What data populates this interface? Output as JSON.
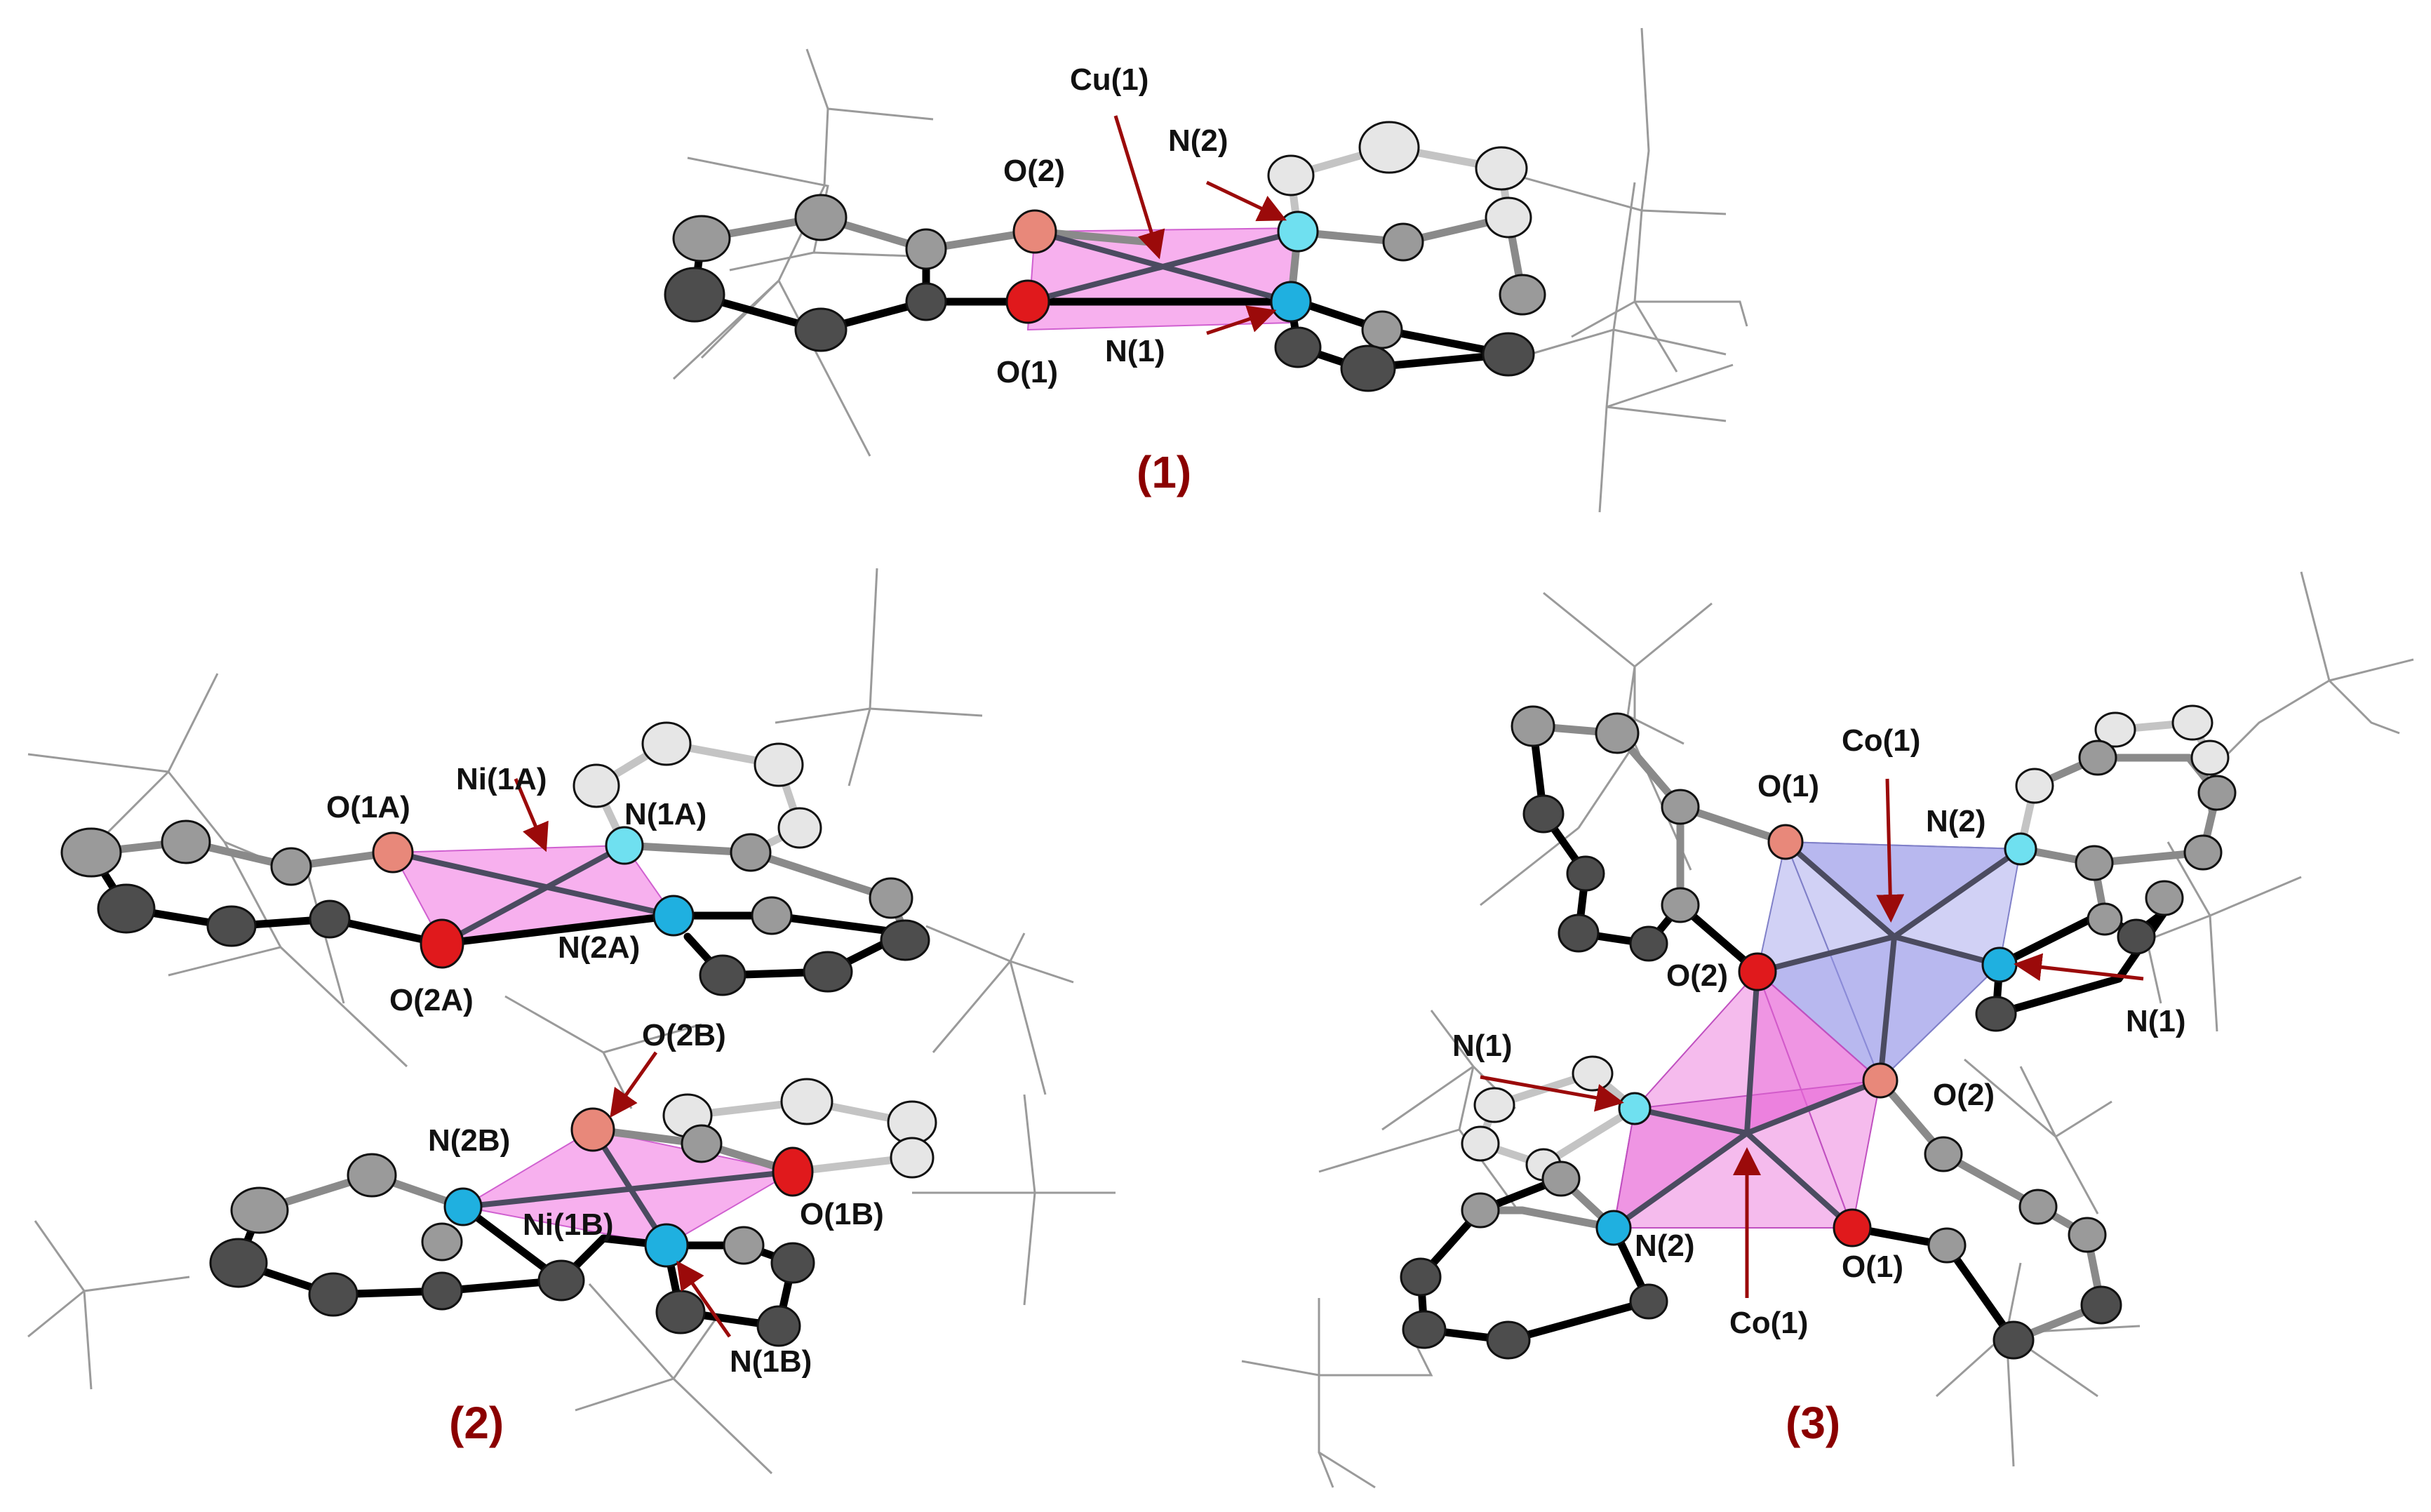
{
  "structures": [
    {
      "caption": "(1)",
      "labels": [
        "Cu(1)",
        "N(2)",
        "O(2)",
        "O(1)",
        "N(1)"
      ]
    },
    {
      "caption": "(2)",
      "labels": [
        "O(1A)",
        "Ni(1A)",
        "N(1A)",
        "N(2A)",
        "O(2A)",
        "O(2B)",
        "N(2B)",
        "Ni(1B)",
        "O(1B)",
        "N(1B)"
      ]
    },
    {
      "caption": "(3)",
      "labels": [
        "Co(1)",
        "O(1)",
        "N(2)",
        "O(2)",
        "N(1)",
        "N(1)",
        "O(2)",
        "N(2)",
        "O(1)",
        "Co(1)"
      ]
    }
  ],
  "colors": {
    "caption": "#8b0000",
    "arrow": "#9b0a0a",
    "oxygen": "#e0191c",
    "nitrogen": "#1fb0e0",
    "carbon": "#4d4d4d",
    "coordination_plane": "#f070e0",
    "polyhedron_blue": "#9a9ae8"
  }
}
